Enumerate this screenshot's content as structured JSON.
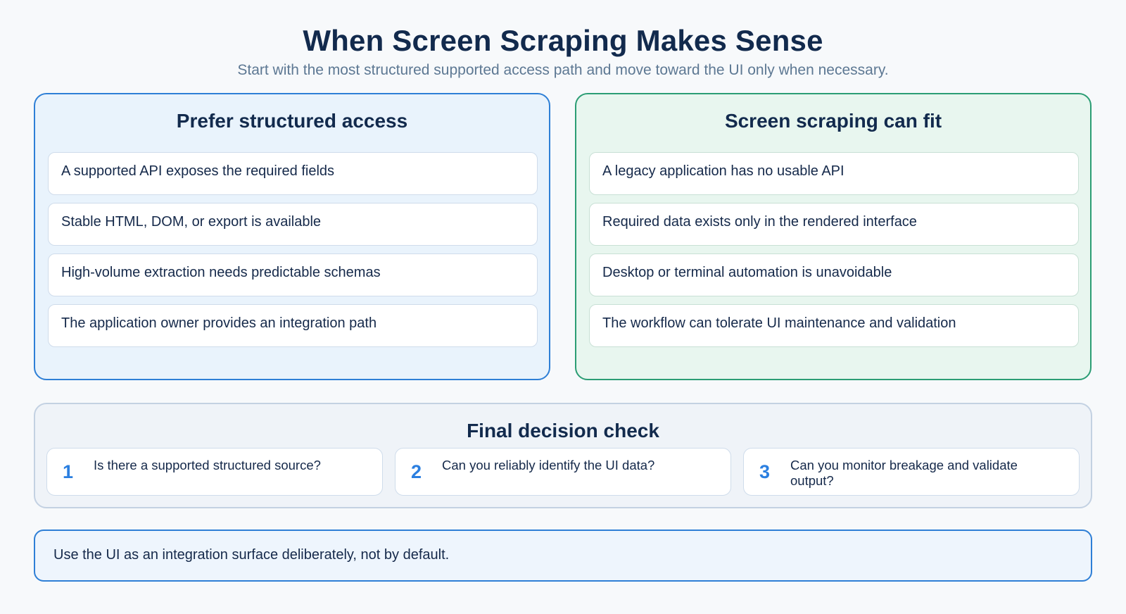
{
  "header": {
    "title": "When Screen Scraping Makes Sense",
    "subtitle": "Start with the most structured supported access path and move toward the UI only when necessary."
  },
  "left_panel": {
    "heading": "Prefer structured access",
    "items": [
      "A supported API exposes the required fields",
      "Stable HTML, DOM, or export is available",
      "High-volume extraction needs predictable schemas",
      "The application owner provides an integration path"
    ]
  },
  "right_panel": {
    "heading": "Screen scraping can fit",
    "items": [
      "A legacy application has no usable API",
      "Required data exists only in the rendered interface",
      "Desktop or terminal automation is unavoidable",
      "The workflow can tolerate UI maintenance and validation"
    ]
  },
  "decision": {
    "heading": "Final decision check",
    "checks": [
      {
        "number": "1",
        "text": "Is there a supported structured source?"
      },
      {
        "number": "2",
        "text": "Can you reliably identify the UI data?"
      },
      {
        "number": "3",
        "text": "Can you monitor breakage and validate output?"
      }
    ]
  },
  "takeaway": {
    "text": "Use the UI as an integration surface deliberately, not by default."
  },
  "colors": {
    "left_accent": "#2e7fd6",
    "right_accent": "#2b9d74",
    "number_accent": "#2b7fe0",
    "title": "#122a4d"
  }
}
